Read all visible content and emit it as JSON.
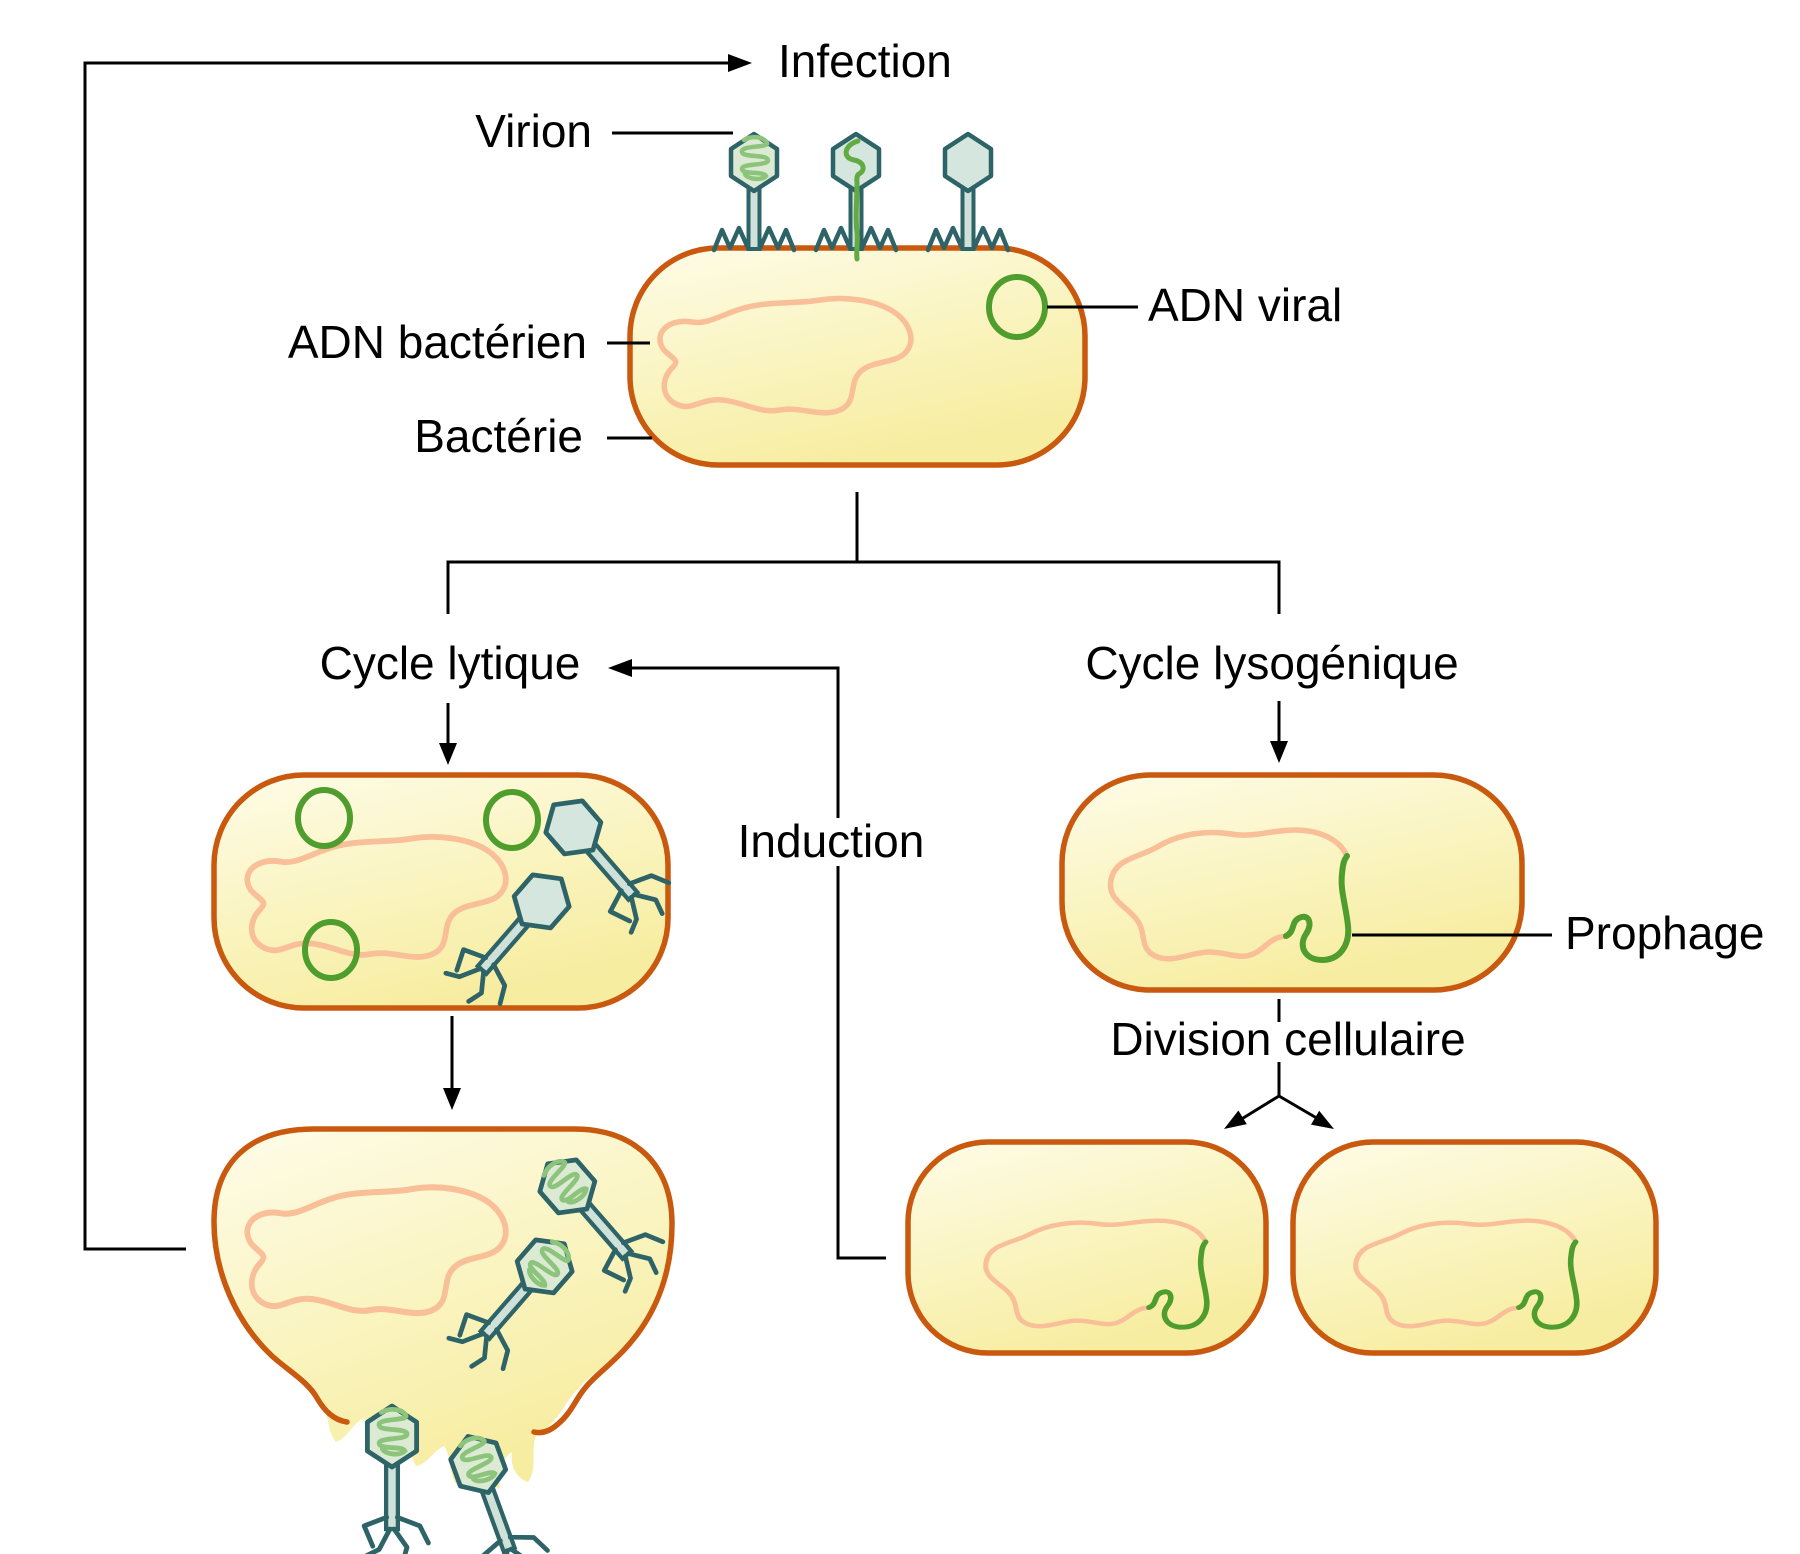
{
  "labels": {
    "infection": "Infection",
    "virion": "Virion",
    "adn_bacterien": "ADN bactérien",
    "bacterie": "Bactérie",
    "adn_viral": "ADN viral",
    "cycle_lytique": "Cycle lytique",
    "cycle_lysogenique": "Cycle lysogénique",
    "induction": "Induction",
    "prophage": "Prophage",
    "division_cellulaire": "Division cellulaire"
  },
  "colors": {
    "background": "#ffffff",
    "line": "#000000",
    "cell_border": "#c8590e",
    "cell_fill_light": "#fefce9",
    "cell_fill_dark": "#f7eda1",
    "bacterial_dna": "#f8bf98",
    "viral_dna_green": "#4f9d2c",
    "phage_outline": "#2e6467",
    "phage_head_fill": "#d5e6df",
    "phage_head_full_fill": "#dcead3",
    "phage_dna_coil": "#8cc47c",
    "injection_thread": "#62aa42"
  }
}
